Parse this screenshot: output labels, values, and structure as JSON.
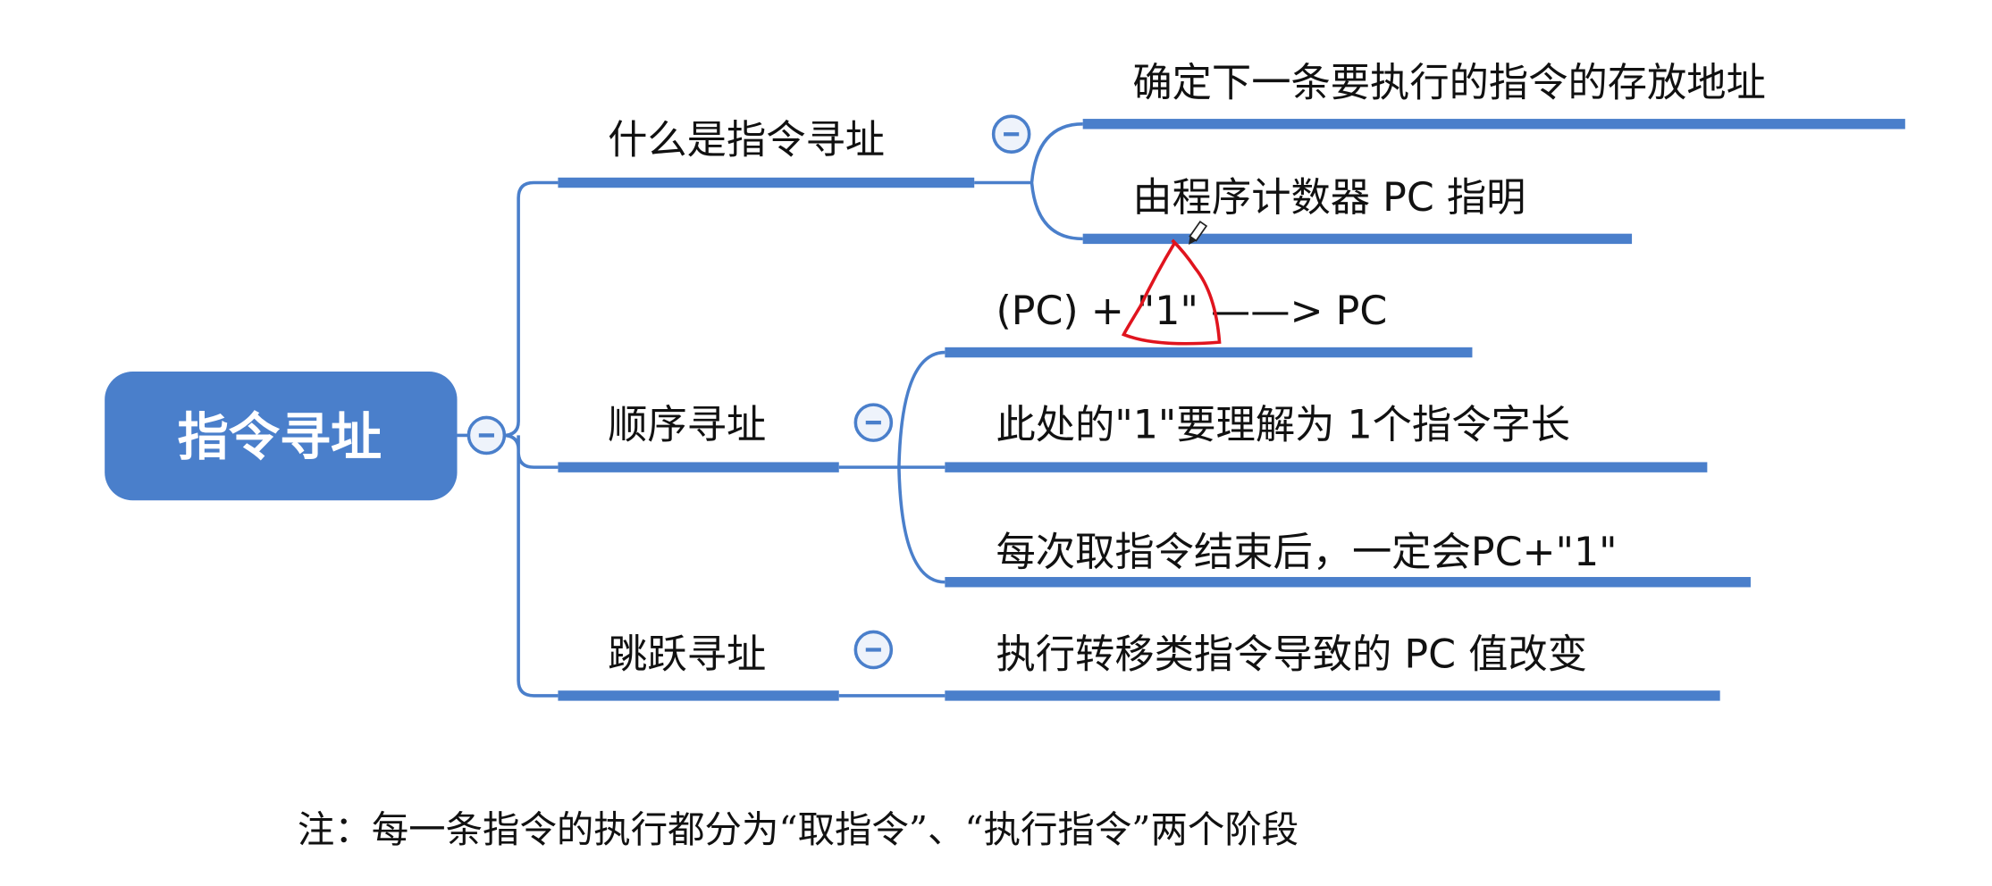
{
  "root": {
    "label": "指令寻址"
  },
  "branches": [
    {
      "label": "什么是指令寻址",
      "children": [
        "确定下一条要执行的指令的存放地址",
        "由程序计数器 PC 指明"
      ]
    },
    {
      "label": "顺序寻址",
      "children": [
        "(PC) + \"1\" ——> PC",
        "此处的\"1\"要理解为 1个指令字长",
        "每次取指令结束后，一定会PC+\"1\""
      ]
    },
    {
      "label": "跳跃寻址",
      "children": [
        "执行转移类指令导致的 PC 值改变"
      ]
    }
  ],
  "note": "注：每一条指令的执行都分为“取指令”、“执行指令”两个阶段",
  "colors": {
    "accent": "#4a7fcb",
    "annotation": "#e0141e"
  }
}
